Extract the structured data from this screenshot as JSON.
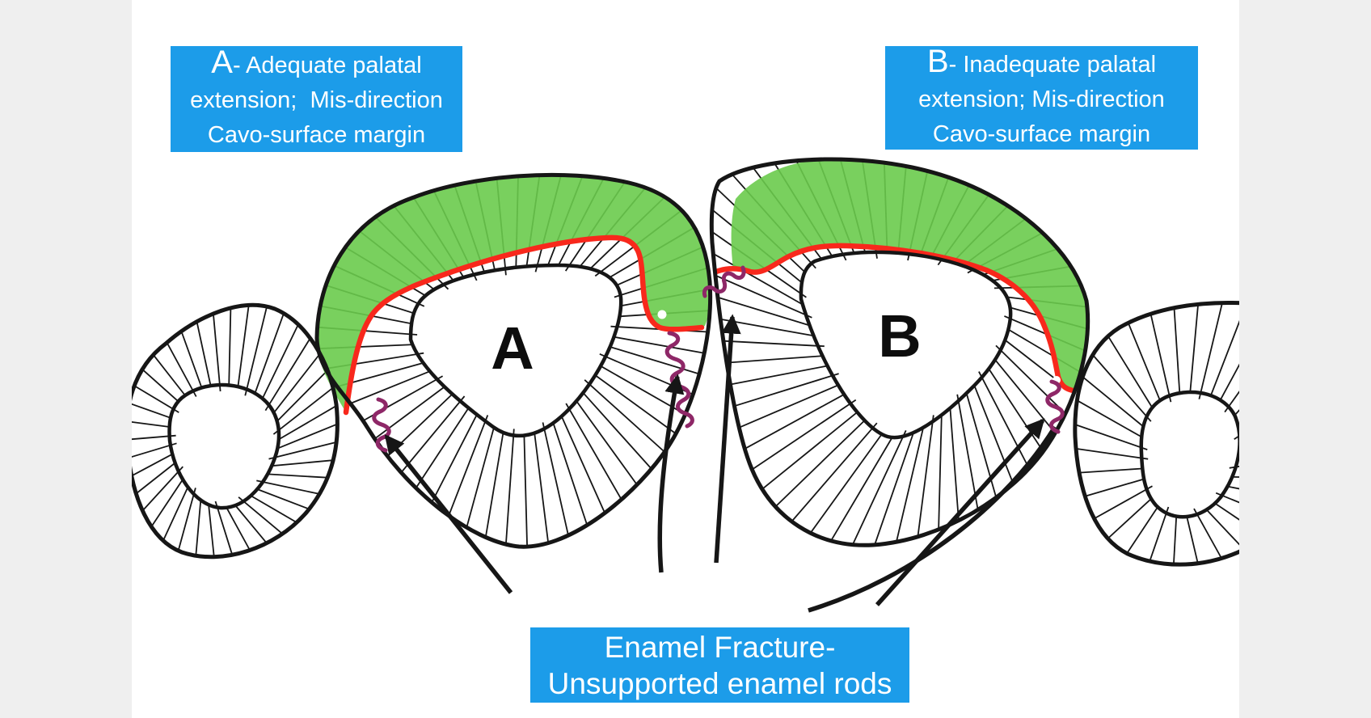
{
  "colors": {
    "accent_blue": "#1C9CE9",
    "restoration_green": "#6ACB4D",
    "cavosurface_red": "#F8281C",
    "fracture_purple": "#8E2767",
    "ink": "#161616",
    "canvas_bg": "#FFFFFF",
    "side_strip": "#EFEFEF"
  },
  "labels": {
    "box_a": {
      "lead": "A",
      "line1": "- Adequate palatal",
      "line2": "extension;  Mis-direction",
      "line3": "Cavo-surface margin"
    },
    "box_b": {
      "lead": "B",
      "line1": "- Inadequate palatal",
      "line2": "extension; Mis-direction",
      "line3": "Cavo-surface margin"
    },
    "bottom_box": {
      "line1": "Enamel Fracture-",
      "line2": "Unsupported enamel rods"
    },
    "tooth_a_letter": "A",
    "tooth_b_letter": "B"
  }
}
